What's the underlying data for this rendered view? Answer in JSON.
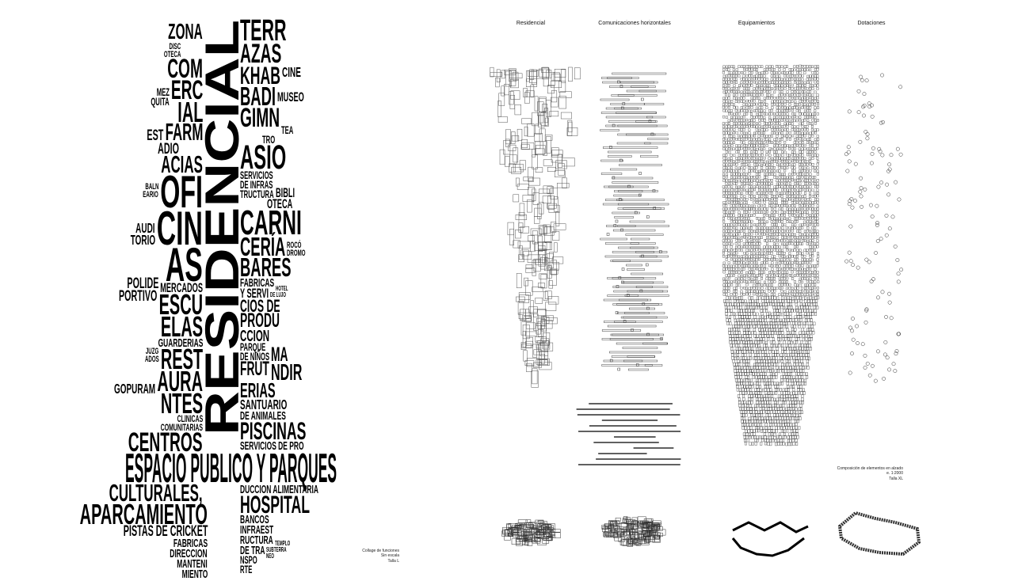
{
  "collage": {
    "main_word": "RESIDENCIAL",
    "banner": "ESPACIO PUBLICO Y PARQUES",
    "left_words": [
      "ZONA",
      "DISC",
      "OTECA",
      "COM",
      "ERC",
      "MEZ",
      "QUITA",
      "IAL",
      "FARM",
      "EST",
      "ADIO",
      "ACIAS",
      "OFI",
      "BALN",
      "EARIO",
      "CIN",
      "AUDI",
      "TORIO",
      "AS",
      "MERCADOS",
      "ESCU",
      "POLIDE",
      "PORTIVO",
      "ELAS",
      "GUARDERIAS",
      "REST",
      "JUZG",
      "ADOS",
      "AURA",
      "GOPURAM",
      "NTES",
      "CLINICAS",
      "COMUNITARIAS",
      "CENTROS",
      "CULTURALES,",
      "APARCAMIENTO",
      "PISTAS DE CRICKET",
      "FABRICAS",
      "DIRECCION",
      "MANTENI",
      "MIENTO"
    ],
    "right_words": [
      "TERR",
      "AZAS",
      "KHAB",
      "CINE",
      "BADI",
      "MUSEO",
      "GIMN",
      "TEA",
      "TRO",
      "ASIO",
      "SERVICIOS",
      "DE INFRAS",
      "TRUCTURA",
      "BIBLI",
      "OTECA",
      "CARNI",
      "CERÍA",
      "ROCÓ",
      "DROMO",
      "BARES",
      "FABRICAS",
      "Y SERVI",
      "CIOS DE",
      "HOTEL",
      "DE LUJO",
      "PRODU",
      "CCION",
      "PARQUE",
      "DE NIÑOS",
      "MA",
      "FRUT",
      "NDIR",
      "ERIAS",
      "SANTUARIO",
      "DE ANIMALES",
      "PISCINAS",
      "SERVICIOS DE PRO",
      "DUCCION ALIMENTARIA",
      "HOSPITAL",
      "BANCOS",
      "INFRAEST",
      "RUCTURA",
      "DE TRA",
      "TEMPLO",
      "SUBTERRA",
      "NEO",
      "NSPO",
      "RTE"
    ],
    "caption": [
      "Collage de funciones",
      "Sin escala",
      "Talla L"
    ]
  },
  "composition": {
    "columns": [
      "Residencial",
      "Comunicaciones horizontales",
      "Equipamientos",
      "Dotaciones"
    ],
    "caption": [
      "Composición de elementos en alzado",
      "e. 1:2000",
      "Talla XL"
    ]
  }
}
